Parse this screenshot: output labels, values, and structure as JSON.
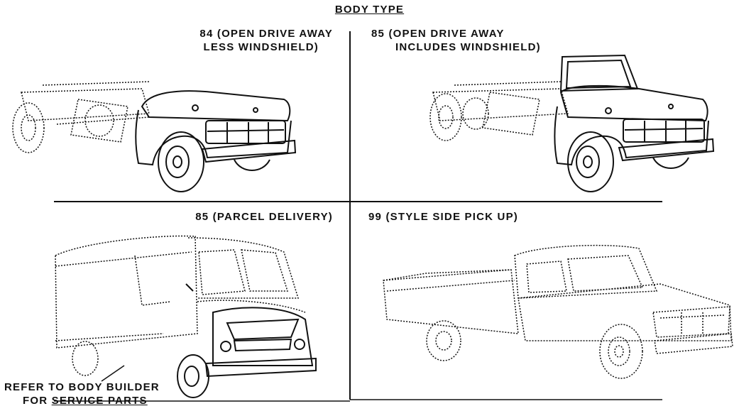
{
  "title": "BODY TYPE",
  "panels": [
    {
      "line1": "84 (OPEN DRIVE AWAY",
      "line2": "LESS WINDSHIELD)"
    },
    {
      "line1": "85 (OPEN DRIVE AWAY",
      "line2": "INCLUDES WINDSHIELD)"
    },
    {
      "line1": "85 (PARCEL DELIVERY)"
    },
    {
      "line1": "99 (STYLE SIDE PICK UP)"
    }
  ],
  "note": {
    "line1": "REFER TO BODY BUILDER",
    "line2_prefix": "FOR ",
    "line2_underlined": "SERVICE PARTS"
  }
}
